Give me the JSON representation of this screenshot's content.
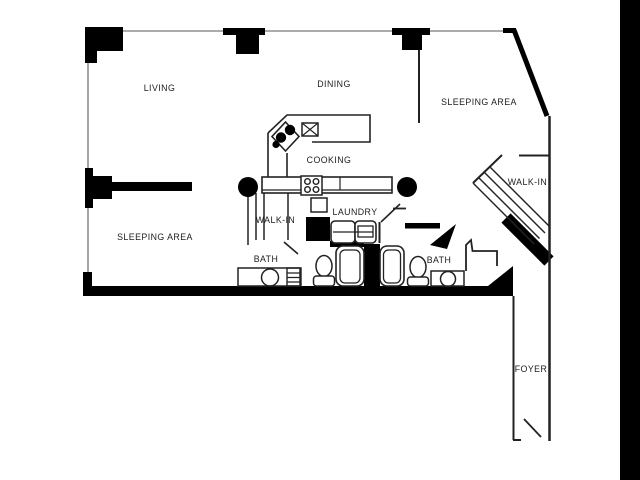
{
  "meta": {
    "type": "floor-plan-diagram"
  },
  "colors": {
    "background": "#ffffff",
    "walls_thick": "#000000",
    "walls_thin": "#8f8f8f",
    "lines": "#222222",
    "text": "#1c1c1c",
    "edge_bar": "#000000"
  },
  "rooms": {
    "living": {
      "label": "LIVING"
    },
    "dining": {
      "label": "DINING"
    },
    "sleeping_area_right": {
      "label": "SLEEPING AREA"
    },
    "sleeping_area_left": {
      "label": "SLEEPING AREA"
    },
    "cooking": {
      "label": "COOKING"
    },
    "walk_in_left": {
      "label": "WALK-IN"
    },
    "walk_in_right": {
      "label": "WALK-IN"
    },
    "laundry": {
      "label": "LAUNDRY"
    },
    "bath_left": {
      "label": "BATH"
    },
    "bath_right": {
      "label": "BATH"
    },
    "foyer": {
      "label": "FOYER"
    }
  },
  "fixtures": [
    "cooktop-icon",
    "kitchen-sink-icon",
    "stove-icon",
    "washer-icon",
    "dryer-icon",
    "toilet-icon",
    "bathtub-icon",
    "vanity-sink-icon",
    "linen-shelves-icon",
    "round-column-icon",
    "door-swing-icon",
    "closet-hatch-icon"
  ]
}
